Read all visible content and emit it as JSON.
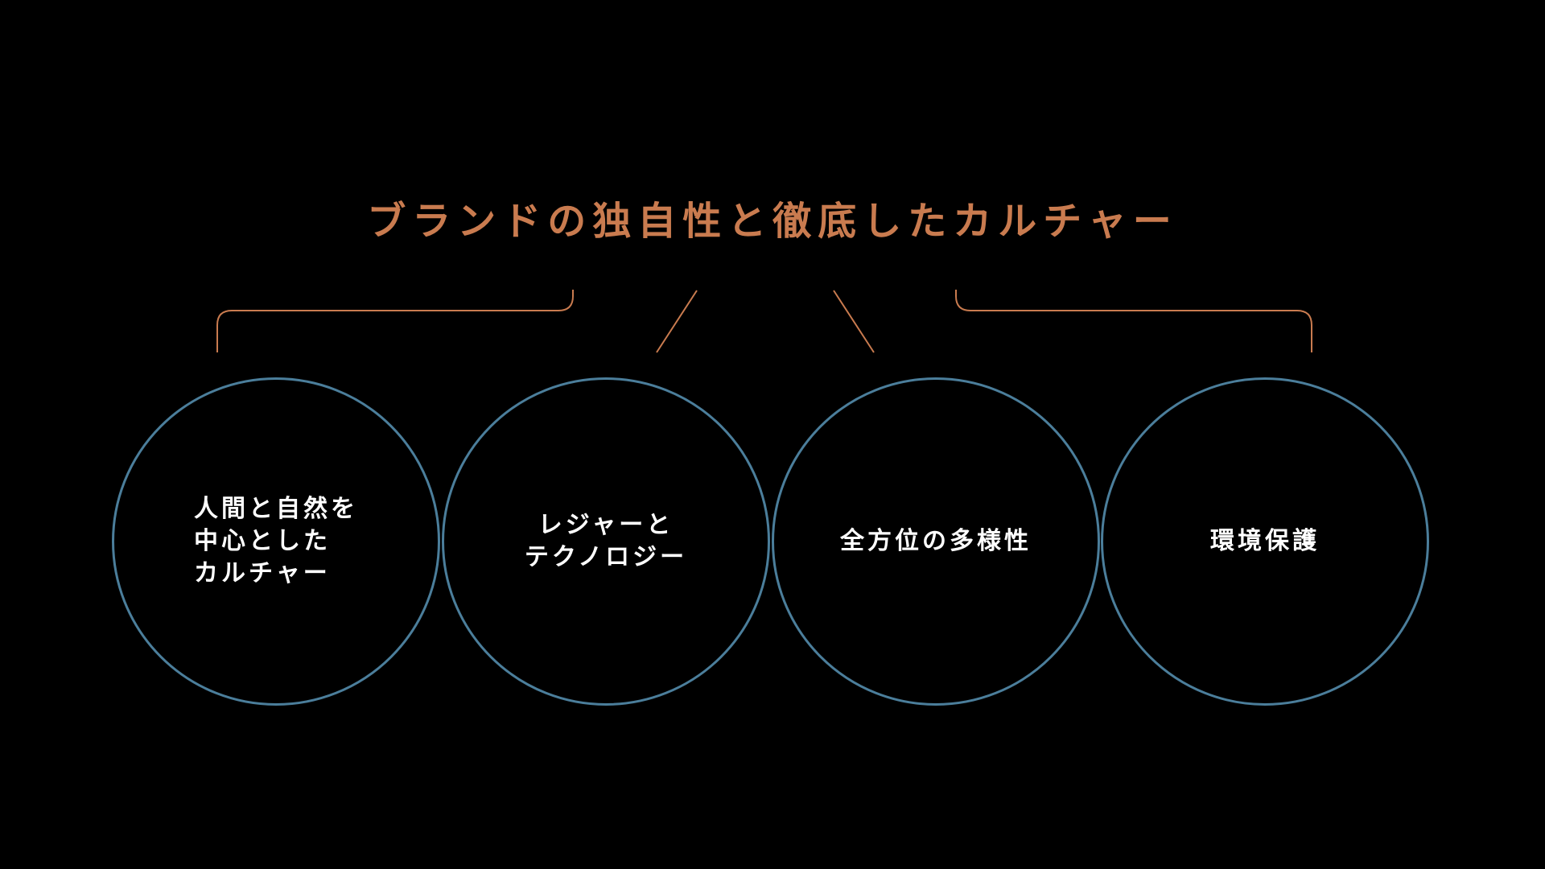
{
  "title": "ブランドの独自性と徹底したカルチャー",
  "colors": {
    "background": "#000000",
    "title": "#c97b4f",
    "connector": "#c97b4f",
    "circle_border": "#4b7e9b",
    "circle_text": "#ffffff"
  },
  "circles": [
    {
      "label": "人間と自然を\n中心とした\nカルチャー"
    },
    {
      "label": "レジャーと\nテクノロジー"
    },
    {
      "label": "全方位の多様性"
    },
    {
      "label": "環境保護"
    }
  ]
}
